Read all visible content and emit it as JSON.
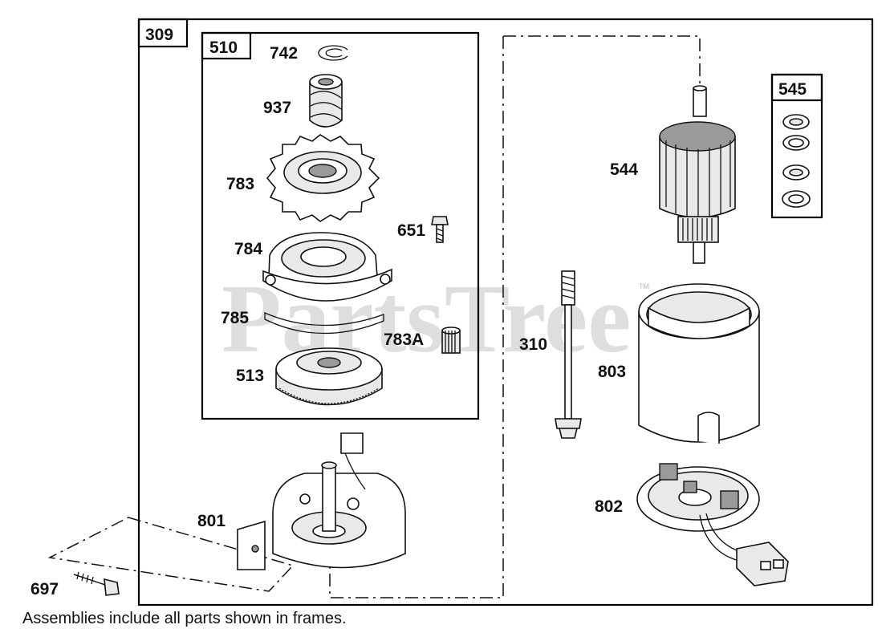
{
  "watermark": "PartsTree",
  "watermark_tm": "TM",
  "frames": {
    "outer": "309",
    "gear_assembly": "510",
    "washers": "545"
  },
  "labels": {
    "p742": "742",
    "p937": "937",
    "p783": "783",
    "p651": "651",
    "p784": "784",
    "p785": "785",
    "p783a": "783A",
    "p513": "513",
    "p801": "801",
    "p697": "697",
    "p544": "544",
    "p310": "310",
    "p803": "803",
    "p802": "802"
  },
  "footnote": "Assemblies include all parts shown in frames."
}
